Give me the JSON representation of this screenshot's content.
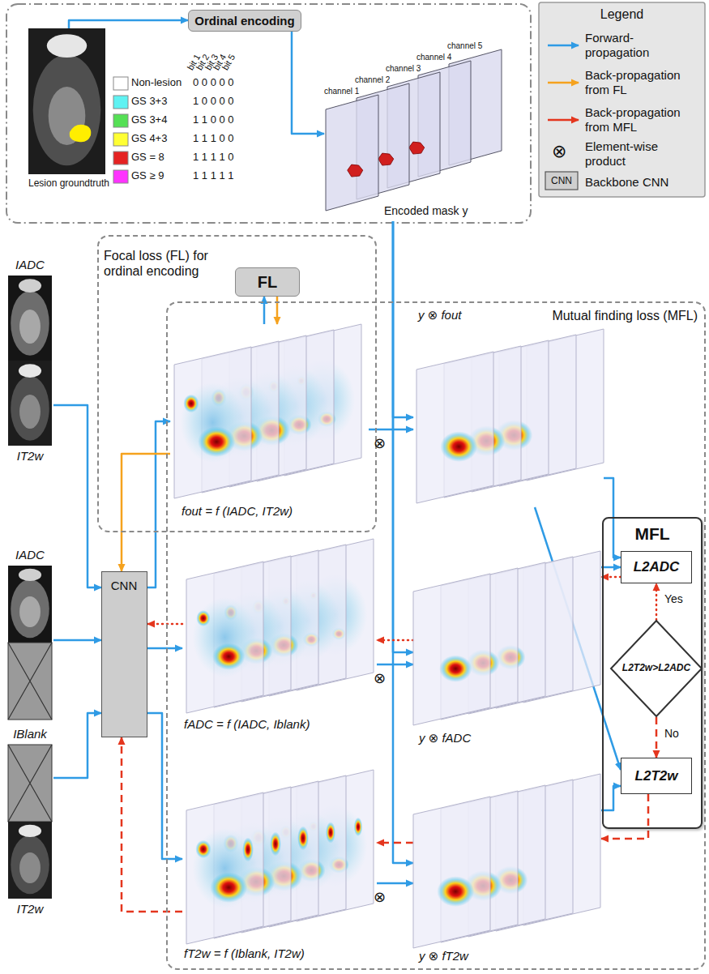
{
  "diagram": {
    "nodes": [
      {
        "text": [
          "Ordinal encoding"
        ]
      },
      {
        "text": [
          "Lesion groundtruth"
        ]
      },
      {
        "text": [
          "Encoded mask y"
        ]
      },
      {
        "text": [
          "Focal loss (FL) for ordinal encoding"
        ]
      },
      {
        "text": [
          "FL"
        ],
        "in": 3
      },
      {
        "text": [
          "fout = f (IADC, IT2w)"
        ],
        "in": 3
      },
      {
        "text": [
          "Mutual finding loss (MFL)"
        ]
      },
      {
        "text": [
          "y ⊗ fout"
        ],
        "in": 6
      },
      {
        "text": [
          "fADC = f (IADC, Iblank)"
        ],
        "in": 6
      },
      {
        "text": [
          "y ⊗ fADC"
        ],
        "in": 6
      },
      {
        "text": [
          "fT2w = f (Iblank, IT2w)"
        ],
        "in": 6
      },
      {
        "text": [
          "y ⊗ fT2w"
        ],
        "in": 6
      },
      {
        "text": [
          "MFL"
        ],
        "in": 6
      },
      {
        "text": [
          "L2ADC"
        ],
        "in": 12
      },
      {
        "text": [
          "L2T2w>L2ADC"
        ],
        "in": 12
      },
      {
        "text": [
          "L2T2w"
        ],
        "in": 12
      },
      {
        "text": [
          "CNN"
        ]
      },
      {
        "text": [
          "IADC",
          "IT2w"
        ]
      },
      {
        "text": [
          "IADC"
        ]
      },
      {
        "text": [
          "IBlank",
          "IT2w"
        ]
      }
    ],
    "edges": [
      {
        "from": 1,
        "to": 0,
        "arrow": "to"
      },
      {
        "from": 0,
        "to": 2,
        "arrow": "to"
      },
      {
        "from": 17,
        "to": 16,
        "arrow": "to"
      },
      {
        "from": 18,
        "to": 16,
        "arrow": "to"
      },
      {
        "from": 19,
        "to": 16,
        "arrow": "to"
      },
      {
        "from": 16,
        "to": 5,
        "arrow": "to"
      },
      {
        "from": 16,
        "to": 8,
        "arrow": "to"
      },
      {
        "from": 16,
        "to": 10,
        "arrow": "to"
      },
      {
        "from": 5,
        "to": 4,
        "arrow": "to"
      },
      {
        "from": 4,
        "to": 5,
        "arrow": "to"
      },
      {
        "from": 5,
        "to": 16,
        "arrow": "to"
      },
      {
        "from": 5,
        "to": 7,
        "arrow": "to"
      },
      {
        "from": 2,
        "to": 7,
        "arrow": "to"
      },
      {
        "from": 8,
        "to": 9,
        "arrow": "to"
      },
      {
        "from": 2,
        "to": 9,
        "arrow": "to"
      },
      {
        "from": 10,
        "to": 11,
        "arrow": "to"
      },
      {
        "from": 2,
        "to": 11,
        "arrow": "to"
      },
      {
        "from": 7,
        "to": 13,
        "arrow": "to"
      },
      {
        "from": 7,
        "to": 15,
        "arrow": "to"
      },
      {
        "from": 9,
        "to": 13,
        "arrow": "to"
      },
      {
        "from": 11,
        "to": 15,
        "arrow": "to"
      },
      {
        "from": 14,
        "to": 13,
        "label": "Yes",
        "arrow": "to"
      },
      {
        "from": 14,
        "to": 15,
        "label": "No",
        "arrow": "to"
      },
      {
        "from": 13,
        "to": 9,
        "arrow": "to"
      },
      {
        "from": 9,
        "to": 8,
        "arrow": "to"
      },
      {
        "from": 8,
        "to": 16,
        "arrow": "to"
      },
      {
        "from": 15,
        "to": 11,
        "arrow": "to"
      },
      {
        "from": 11,
        "to": 10,
        "arrow": "to"
      },
      {
        "from": 10,
        "to": 16,
        "arrow": "to"
      }
    ],
    "labels": [
      "Legend",
      "⊗",
      "CNN",
      "bit 1",
      "bit 2",
      "bit 3",
      "bit 4",
      "bit 5",
      "Non-lesion",
      "0 0 0 0 0",
      "GS 3+3",
      "1 0 0 0 0",
      "GS 3+4",
      "1 1 0 0 0",
      "GS 4+3",
      "1 1 1 0 0",
      "GS = 8",
      "1 1 1 1 0",
      "GS ≥ 9",
      "1 1 1 1 1",
      "channel 1",
      "channel 2",
      "channel 3",
      "channel 4",
      "channel 5",
      "⊗",
      "⊗",
      "⊗"
    ],
    "legend": [
      {
        "text": "Forward- propagation"
      },
      {
        "text": "Back-propagation from FL"
      },
      {
        "text": "Back-propagation from MFL"
      },
      {
        "text": "Element-wise product"
      },
      {
        "text": "Backbone CNN"
      }
    ]
  }
}
